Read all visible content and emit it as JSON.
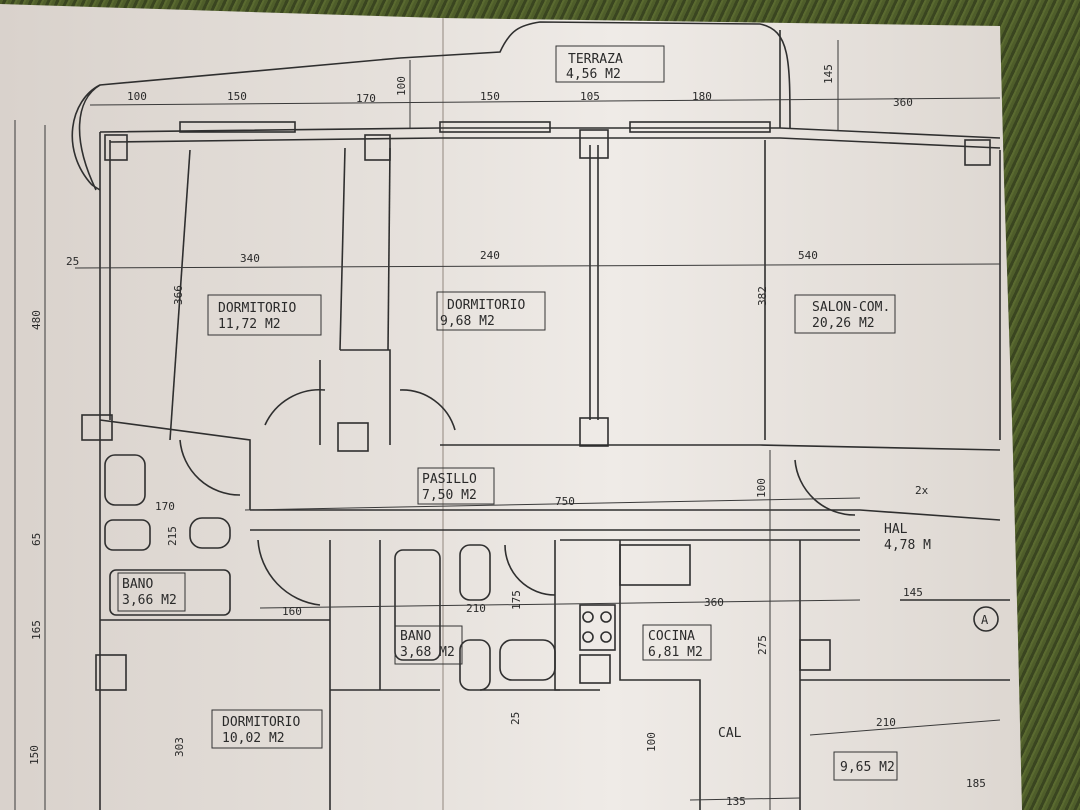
{
  "rooms": {
    "terraza": {
      "name": "TERRAZA",
      "area": "4,56 M2"
    },
    "dorm1": {
      "name": "DORMITORIO",
      "area": "11,72 M2"
    },
    "dorm2": {
      "name": "DORMITORIO",
      "area": "9,68 M2"
    },
    "salon": {
      "name": "SALON-COM.",
      "area": "20,26 M2"
    },
    "pasillo": {
      "name": "PASILLO",
      "area": "7,50 M2"
    },
    "hall": {
      "name": "HAL",
      "area": "4,78 M"
    },
    "bano1": {
      "name": "BANO",
      "area": "3,66 M2"
    },
    "bano2": {
      "name": "BANO",
      "area": "3,68 M2"
    },
    "cocina": {
      "name": "COCINA",
      "area": "6,81 M2"
    },
    "dorm3": {
      "name": "DORMITORIO",
      "area": "10,02 M2"
    },
    "room_br": {
      "area": "9,65 M2"
    },
    "cal": {
      "name": "CAL"
    }
  },
  "marker": "A",
  "dims": {
    "d100a": "100",
    "d150a": "150",
    "d170a": "170",
    "d100v": "100",
    "d150b": "150",
    "d105": "105",
    "d180": "180",
    "d145v": "145",
    "d360a": "360",
    "d25a": "25",
    "d340": "340",
    "d240": "240",
    "d540": "540",
    "d366": "366",
    "d382": "382",
    "d480": "480",
    "d170b": "170",
    "d215": "215",
    "d750": "750",
    "d100b": "100",
    "d2x": "2x",
    "d65": "65",
    "d165": "165",
    "d160": "160",
    "d210a": "210",
    "d175": "175",
    "d360b": "360",
    "d145b": "145",
    "d275": "275",
    "d25b": "25",
    "d210b": "210",
    "d303": "303",
    "d150c": "150",
    "d100c": "100",
    "d135": "135",
    "d185": "185"
  }
}
